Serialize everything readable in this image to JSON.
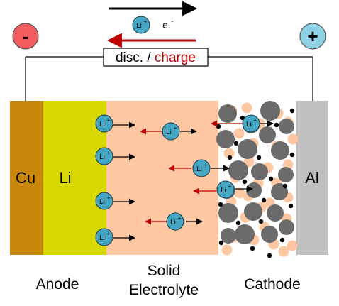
{
  "terminals": {
    "negative": "-",
    "positive": "+"
  },
  "flow_legend": {
    "ion_label": "Li",
    "ion_charge": "+",
    "electron_label": "e",
    "electron_charge": "-"
  },
  "switch_label": {
    "discharge": "disc.",
    "separator": " / ",
    "charge": "charge"
  },
  "layers": {
    "anode_collector": "Cu",
    "anode": "Li",
    "cathode_collector": "Al"
  },
  "captions": {
    "anode": "Anode",
    "electrolyte_line1": "Solid",
    "electrolyte_line2": "Electrolyte",
    "cathode": "Cathode"
  },
  "colors": {
    "copper": "#C8870A",
    "lithium": "#D8D800",
    "electrolyte": "#FFC7A2",
    "aluminum": "#C0C0C0",
    "ion_fill": "#45A7C4",
    "negative_terminal": "#F25C5C",
    "positive_terminal": "#8FD2E6",
    "charge_arrow": "#C00000",
    "particle_large": "#6B6B6B",
    "particle_small": "#FFC7A2"
  }
}
